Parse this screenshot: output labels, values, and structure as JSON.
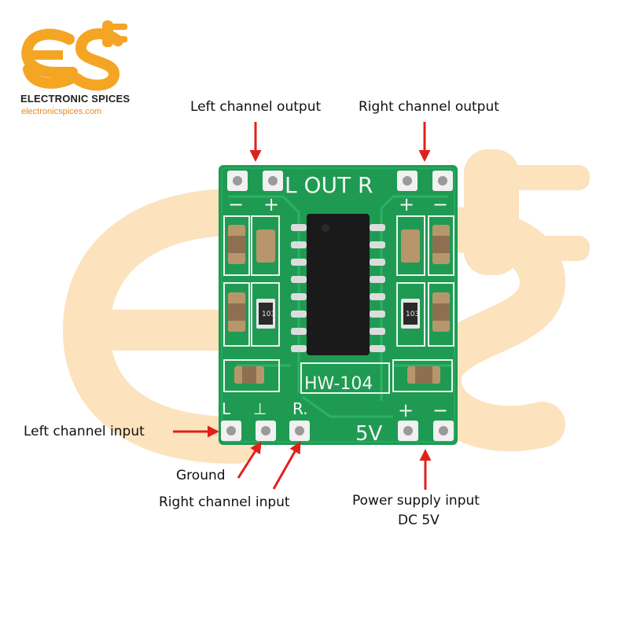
{
  "brand": {
    "name": "ELECTRONIC SPICES",
    "url": "electronicspices.com",
    "orange": "#f5a524",
    "watermark_color": "#fbd9a8"
  },
  "board": {
    "model": "HW-104",
    "silk_top": "L OUT R",
    "silk_left": "L",
    "silk_ground": "⊥",
    "silk_right": "R.",
    "silk_power": "5V",
    "silk_plus": "+",
    "silk_minus": "−",
    "resistor_code": "103",
    "pcb_color": "#1f9a53",
    "trace_color": "#2fb468"
  },
  "labels": {
    "left_output": "Left channel output",
    "right_output": "Right channel output",
    "left_input": "Left channel input",
    "ground": "Ground",
    "right_input": "Right channel input",
    "power_line1": "Power supply input",
    "power_line2": "DC 5V"
  },
  "arrow_color": "#e0201c"
}
